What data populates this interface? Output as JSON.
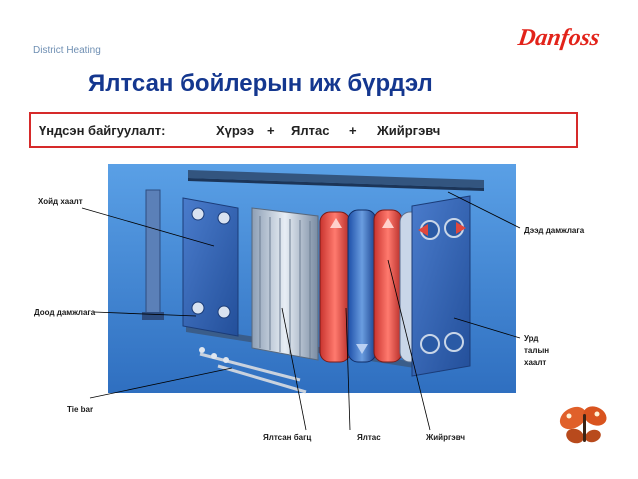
{
  "header": {
    "section": "District Heating",
    "brand": "Danfoss",
    "title": "Ялтсан бойлерын иж бүрдэл"
  },
  "formula": {
    "label": "Үндсэн байгуулалт:",
    "part1": "Хүрээ",
    "plus1": "+",
    "part2": "Ялтас",
    "plus2": "+",
    "part3": "Жийргэвч"
  },
  "callouts": {
    "back_cover": "Хойд хаалт",
    "bottom_carrier": "Доод дамжлага",
    "tie_bar": "Tie bar",
    "plate_pack": "Ялтсан багц",
    "plate": "Ялтас",
    "gasket": "Жийргэвч",
    "top_carrier": "Дээд дамжлага",
    "front_cover_1": "Урд",
    "front_cover_2": "талын",
    "front_cover_3": "хаалт"
  },
  "colors": {
    "title": "#14378f",
    "frame_border": "#d62a2a",
    "diagram_bg": "#3a7fd0",
    "brand": "#e2231a"
  }
}
